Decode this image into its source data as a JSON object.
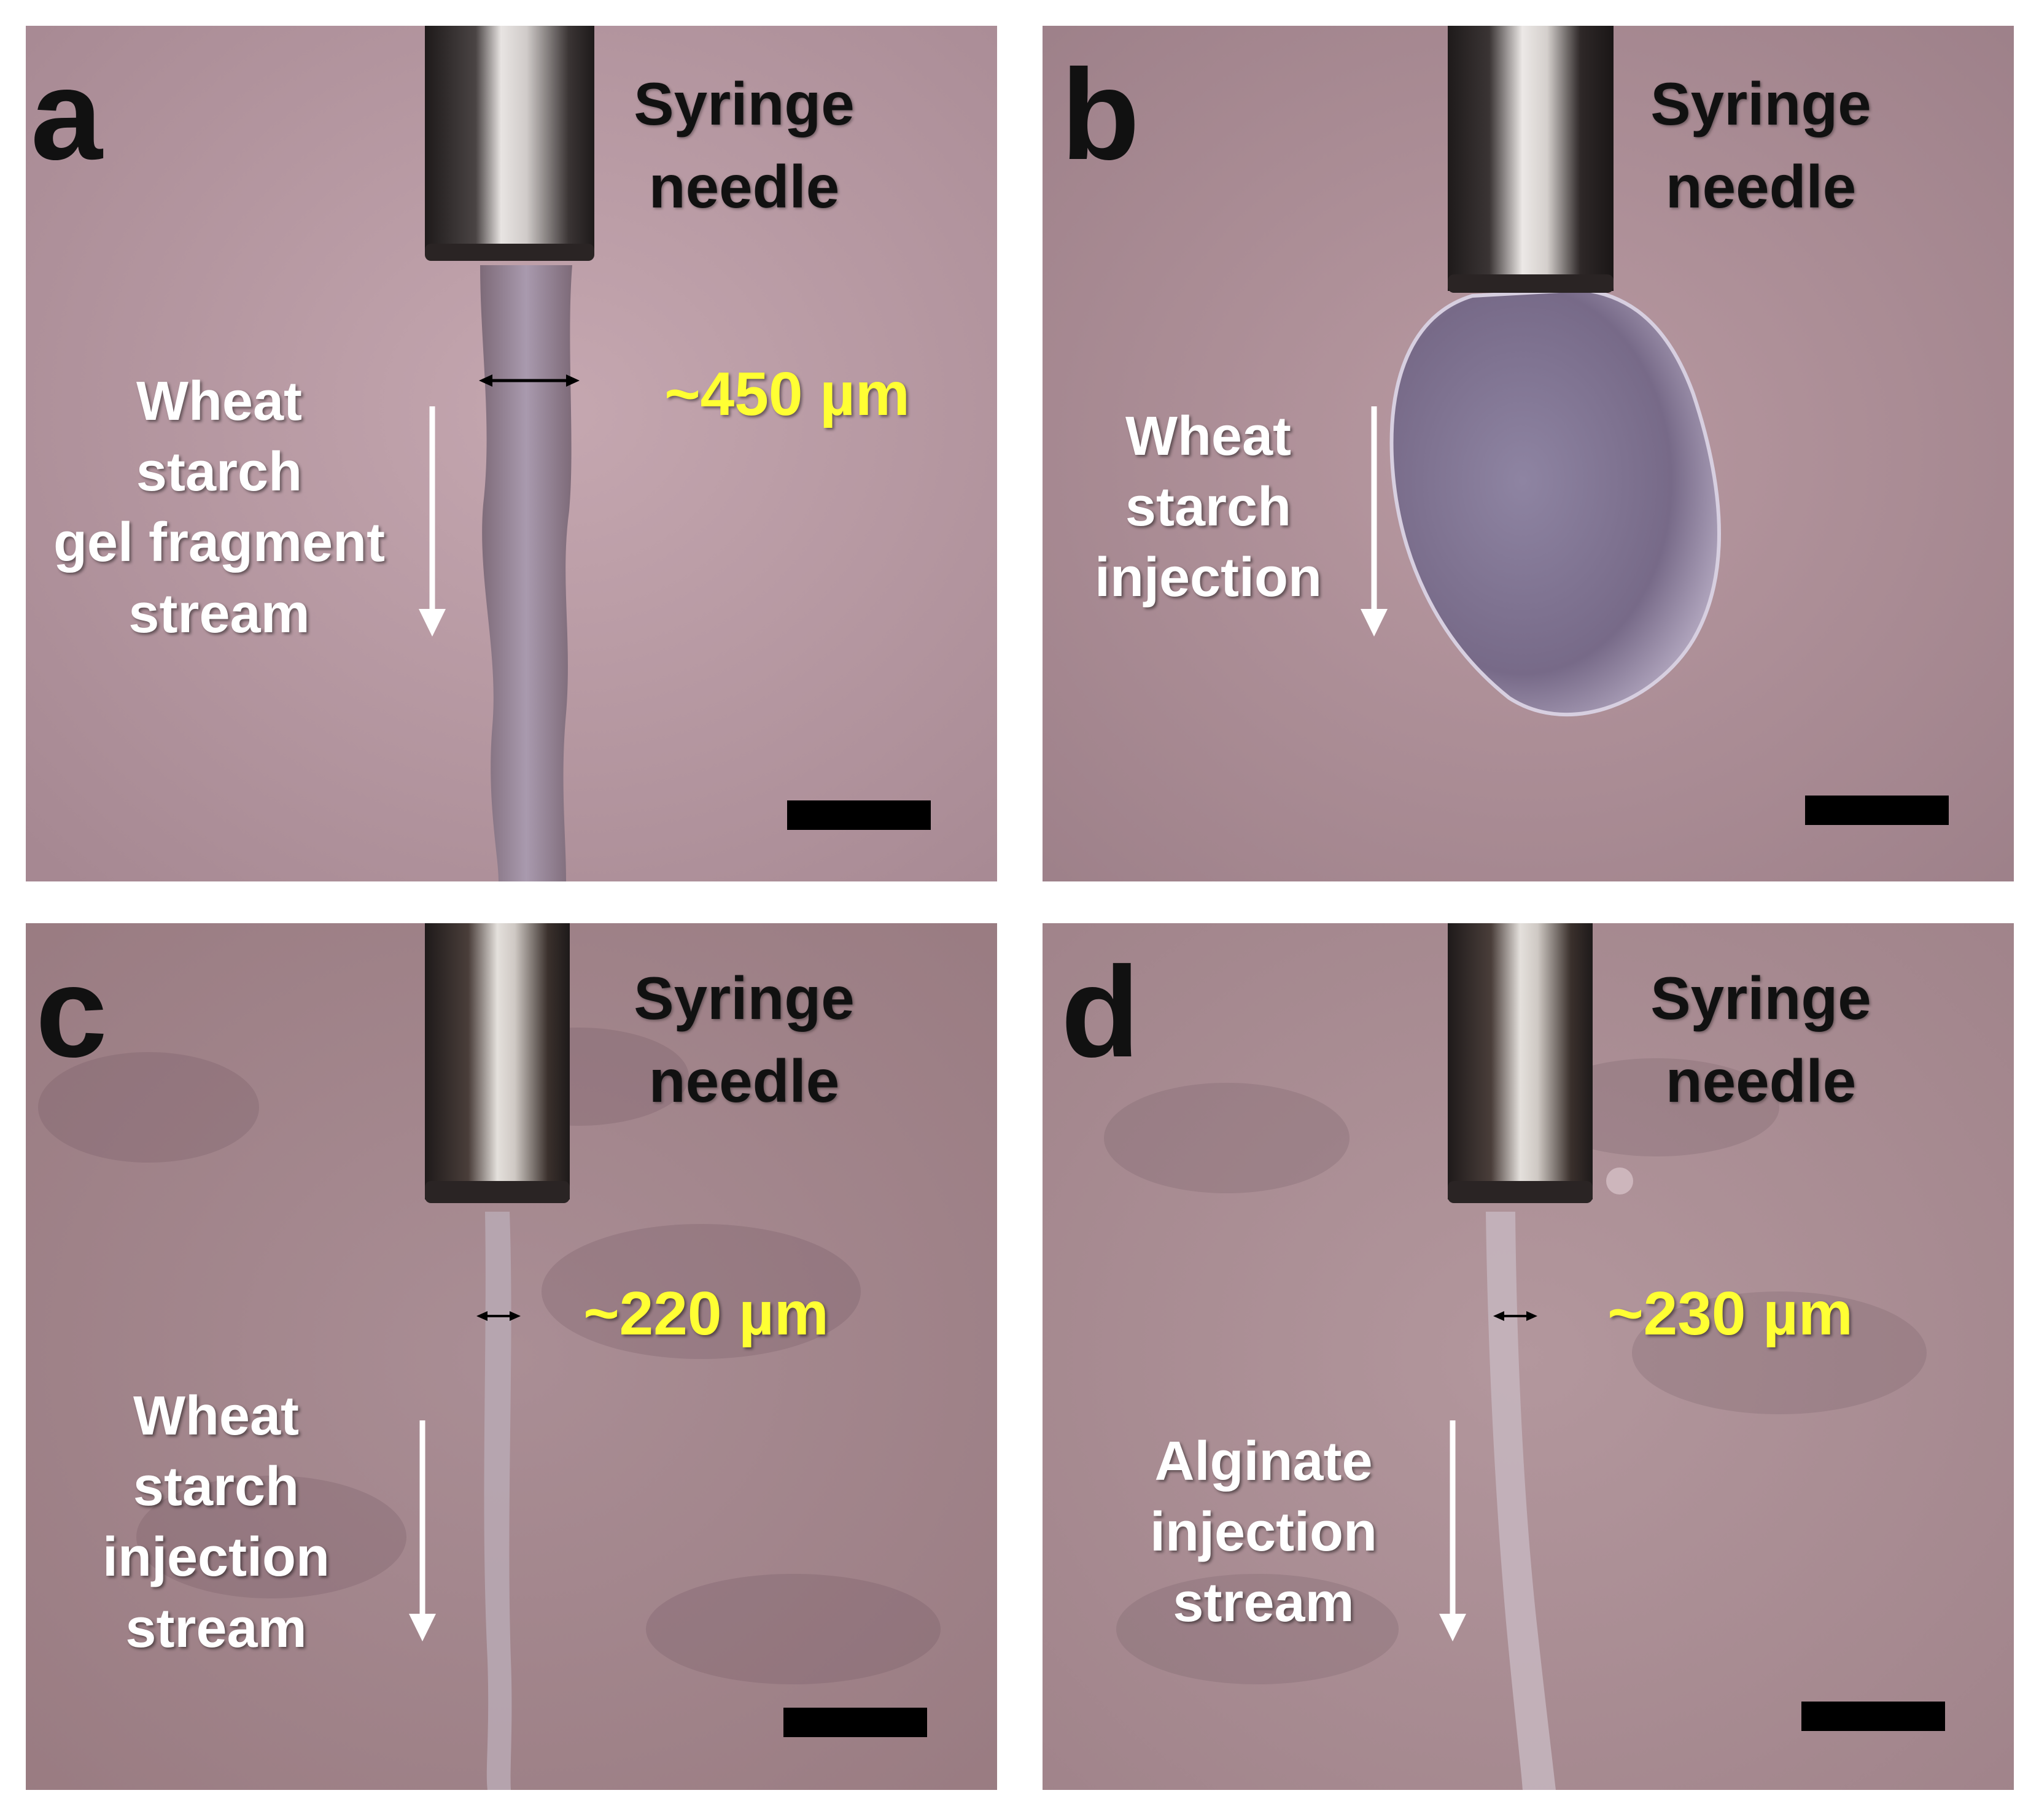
{
  "figure": {
    "panels": [
      {
        "id": "a",
        "letter": "a",
        "needle_label": [
          "Syringe",
          "needle"
        ],
        "description_label": [
          "Wheat",
          "starch",
          "gel fragment",
          "stream"
        ],
        "measurement": "~450 µm"
      },
      {
        "id": "b",
        "letter": "b",
        "needle_label": [
          "Syringe",
          "needle"
        ],
        "description_label": [
          "Wheat",
          "starch",
          "injection"
        ],
        "measurement": ""
      },
      {
        "id": "c",
        "letter": "c",
        "needle_label": [
          "Syringe",
          "needle"
        ],
        "description_label": [
          "Wheat",
          "starch",
          "injection",
          "stream"
        ],
        "measurement": "~220 µm"
      },
      {
        "id": "d",
        "letter": "d",
        "needle_label": [
          "Syringe",
          "needle"
        ],
        "description_label": [
          "Alginate",
          "injection",
          "stream"
        ],
        "measurement": "~230 µm"
      }
    ],
    "colors": {
      "background_pink": "#b0919a",
      "background_pink_light": "#c2a4ad",
      "needle_dark": "#2a2424",
      "needle_metal": "#d8d4d2",
      "measurement_text": "#ffff33",
      "annotation_text": "#ffffff",
      "needle_text": "#111111"
    }
  }
}
